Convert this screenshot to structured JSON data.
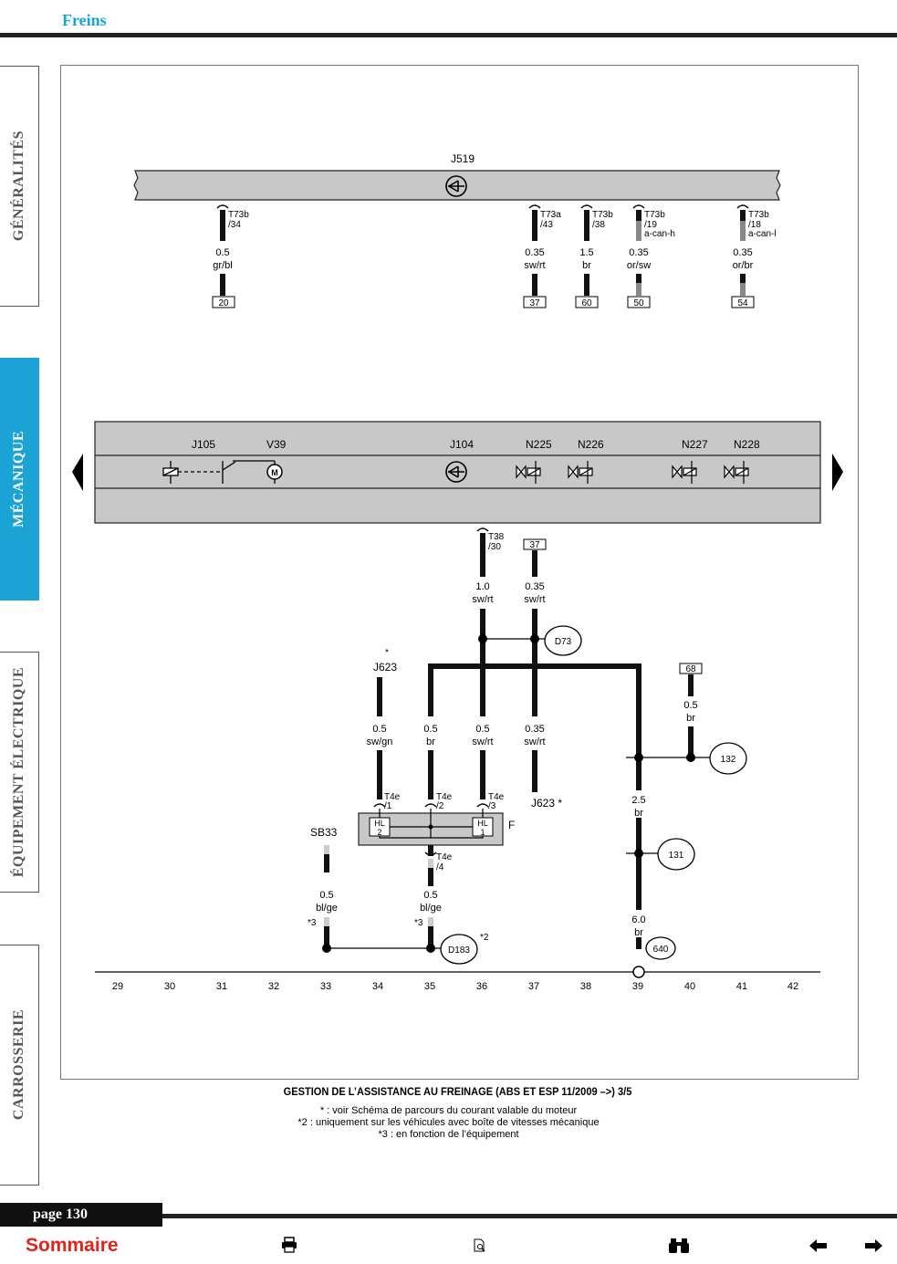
{
  "header": {
    "title": "Freins"
  },
  "sidebar": {
    "tabs": [
      {
        "label": "GÉNÉRALITÉS",
        "active": false
      },
      {
        "label": "MÉCANIQUE",
        "active": true
      },
      {
        "label": "ÉQUIPEMENT ÉLECTRIQUE",
        "active": false
      },
      {
        "label": "CARROSSERIE",
        "active": false
      }
    ]
  },
  "diagram": {
    "top_component": "J519",
    "top_wires": [
      {
        "conn": "T73b",
        "pin": "/34",
        "gauge": "0.5",
        "color": "gr/bl",
        "ref": "20"
      },
      {
        "conn": "T73a",
        "pin": "/43",
        "gauge": "0.35",
        "color": "sw/rt",
        "ref": "37"
      },
      {
        "conn": "T73b",
        "pin": "/38",
        "gauge": "1.5",
        "color": "br",
        "ref": "60"
      },
      {
        "conn": "T73b",
        "pin": "/19",
        "sub": "a-can-h",
        "gauge": "0.35",
        "color": "or/sw",
        "ref": "50"
      },
      {
        "conn": "T73b",
        "pin": "/18",
        "sub": "a-can-l",
        "gauge": "0.35",
        "color": "or/br",
        "ref": "54"
      }
    ],
    "mid_components": [
      "J105",
      "V39",
      "J104",
      "N225",
      "N226",
      "N227",
      "N228"
    ],
    "motor_symbol": "M",
    "t38": {
      "conn": "T38",
      "pin": "/30"
    },
    "ref37": "37",
    "wire_10": {
      "gauge": "1.0",
      "color": "sw/rt"
    },
    "wire_035": {
      "gauge": "0.35",
      "color": "sw/rt"
    },
    "d73": "D73",
    "j623_top": "J623",
    "j623_bottom": "J623 *",
    "star": "*",
    "low_wires": [
      {
        "gauge": "0.5",
        "color": "sw/gn",
        "conn": "T4e",
        "pin": "/1"
      },
      {
        "gauge": "0.5",
        "color": "br",
        "conn": "T4e",
        "pin": "/2"
      },
      {
        "gauge": "0.5",
        "color": "sw/rt",
        "conn": "T4e",
        "pin": "/3"
      },
      {
        "gauge": "0.35",
        "color": "sw/rt"
      }
    ],
    "ref68": "68",
    "wire_68": {
      "gauge": "0.5",
      "color": "br"
    },
    "n132": "132",
    "wire_25": {
      "gauge": "2.5",
      "color": "br"
    },
    "n131": "131",
    "wire_60": {
      "gauge": "6.0",
      "color": "br"
    },
    "n640": "640",
    "f_label": "F",
    "hl2": [
      "HL",
      "2"
    ],
    "hl1": [
      "HL",
      "1"
    ],
    "t4e4": {
      "conn": "T4e",
      "pin": "/4"
    },
    "sb33": "SB33",
    "wire_sb": {
      "gauge": "0.5",
      "color": "bl/ge"
    },
    "wire_d183": {
      "gauge": "0.5",
      "color": "bl/ge"
    },
    "note3": "*3",
    "note2": "*2",
    "d183": "D183",
    "grid": [
      "29",
      "30",
      "31",
      "32",
      "33",
      "34",
      "35",
      "36",
      "37",
      "38",
      "39",
      "40",
      "41",
      "42"
    ]
  },
  "caption": {
    "title": "GESTION DE L’ASSISTANCE AU FREINAGE (ABS ET ESP 11/2009 –>) 3/5",
    "notes": [
      "* : voir Schéma de parcours du courant valable du moteur",
      "*2 : uniquement sur les véhicules avec boîte de vitesses mécanique",
      "*3 : en fonction de l’équipement"
    ]
  },
  "footer": {
    "page": "page 130",
    "sommaire": "Sommaire"
  },
  "icons": [
    "print-icon",
    "search-document-icon",
    "binoculars-icon",
    "arrow-left-icon",
    "arrow-right-icon",
    "triangle-left-icon",
    "triangle-right-icon"
  ]
}
